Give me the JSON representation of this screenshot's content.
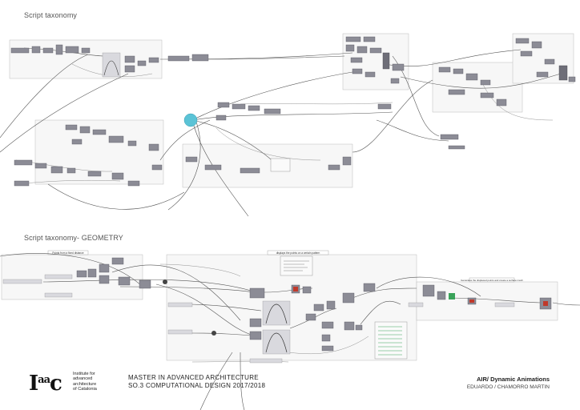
{
  "sections": {
    "top_title": "Script taxonomy",
    "bottom_title": "Script taxonomy- GEOMETRY"
  },
  "footer": {
    "logo": {
      "l1": "I",
      "l2": "a",
      "l3": "a",
      "l4": "c"
    },
    "institute": [
      "Institute for",
      "advanced",
      "architecture",
      "of Catalonia"
    ],
    "course": [
      "MASTER IN ADVANCED ARCHITECTURE",
      "SO.3 COMPUTATIONAL DESIGN 2017/2018"
    ],
    "project_name": "AIR/ Dynamic Animations",
    "author": "EDUARDO / CHAMORRO MARTIN"
  },
  "group_labels": {
    "g1": "Points from a fixed distance",
    "g2": "displays the points on a certain pattern",
    "g3": "Generates the displaced points and create a surface mesh"
  },
  "colors": {
    "node": "#8c8c96",
    "node_dark": "#6e6e78",
    "wire": "#555555",
    "accent_cyan": "#5bc3d6",
    "accent_red": "#c0392b",
    "panel_text": "#3aa35a"
  }
}
